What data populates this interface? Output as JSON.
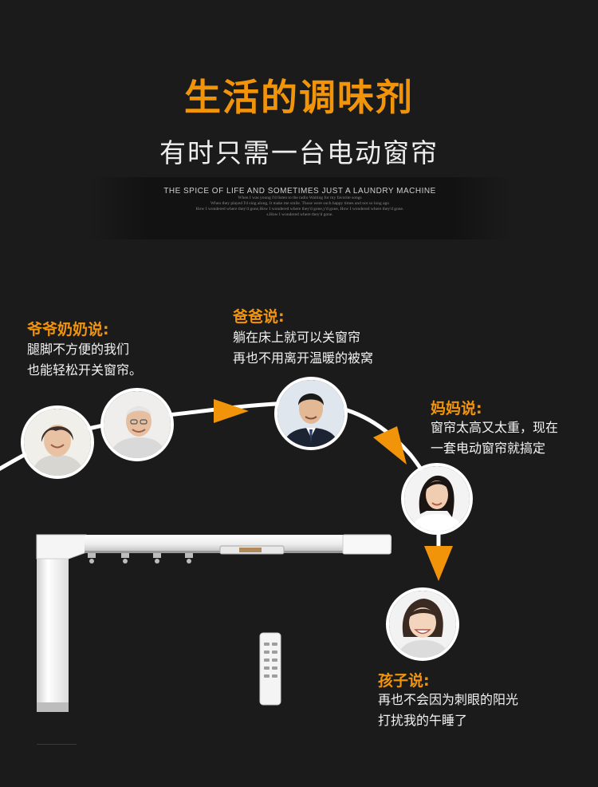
{
  "colors": {
    "accent": "#f2940a",
    "background": "#1b1b1b",
    "text": "#f2f2f2"
  },
  "header": {
    "title": "生活的调味剂",
    "subtitle": "有时只需一台电动窗帘",
    "english_heading": "THE SPICE OF LIFE AND SOMETIMES JUST A LAUNDRY MACHINE",
    "english_lines": [
      "When I was young I'd listen to the radio Waiting for my favorite songs",
      "When they played I'd sing along, It make me smile. Those were such happy times and not so long ago",
      "How I wondered where they'd gone,How I wondered where they'd gone,y'd gone, How I wondered where they'd gone.",
      "s.How I wondered where they'd gone."
    ]
  },
  "quotes": {
    "grandparents": {
      "title": "爷爷奶奶说:",
      "lines": [
        "腿脚不方便的我们",
        "也能轻松开关窗帘。"
      ]
    },
    "father": {
      "title": "爸爸说:",
      "lines": [
        "躺在床上就可以关窗帘",
        "再也不用离开温暖的被窝"
      ]
    },
    "mother": {
      "title": "妈妈说:",
      "lines": [
        "窗帘太高又太重，现在",
        "一套电动窗帘就搞定"
      ]
    },
    "child": {
      "title": "孩子说:",
      "lines": [
        "再也不会因为刺眼的阳光",
        "打扰我的午睡了"
      ]
    }
  },
  "icons": [
    "grandmother-avatar",
    "grandfather-avatar",
    "father-avatar",
    "mother-avatar",
    "child-avatar",
    "arrow-right-icon",
    "arrow-down-icon",
    "curtain-track-product",
    "remote-control"
  ]
}
